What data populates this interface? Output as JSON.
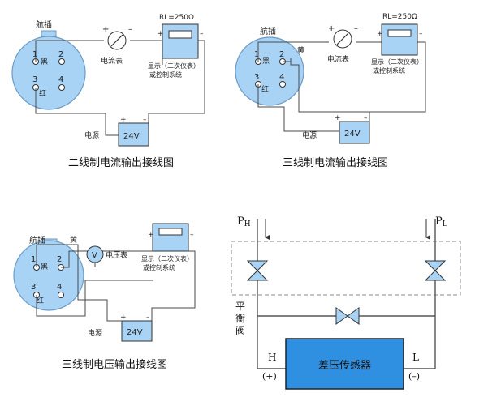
{
  "colors": {
    "connector_fill": "#a9d3f5",
    "connector_stroke": "#6b9ac4",
    "display_fill": "#a9d3f5",
    "sensor_fill": "#2f8fe0",
    "wire": "#4a4a4a"
  },
  "d1": {
    "connector_label": "航插",
    "pins": [
      "1",
      "2",
      "3",
      "4"
    ],
    "pin1_wire": "黑",
    "pin3_wire": "红",
    "ammeter_label": "电流表",
    "rl_label": "RL=250Ω",
    "display_label_1": "显示（二次仪表）",
    "display_label_2": "或控制系统",
    "power_label": "电源",
    "power_value": "24V",
    "plus": "+",
    "minus": "–",
    "caption": "二线制电流输出接线图"
  },
  "d2": {
    "connector_label": "航插",
    "pins": [
      "1",
      "2",
      "3",
      "4"
    ],
    "pin1_wire": "黑",
    "pin2_wire": "黄",
    "pin3_wire": "红",
    "ammeter_label": "电流表",
    "rl_label": "RL=250Ω",
    "display_label_1": "显示（二次仪表）",
    "display_label_2": "或控制系统",
    "power_label": "电源",
    "power_value": "24V",
    "plus": "+",
    "minus": "–",
    "caption": "三线制电流输出接线图"
  },
  "d3": {
    "connector_label": "航插",
    "pins": [
      "1",
      "2",
      "3",
      "4"
    ],
    "pin1_wire": "黑",
    "pin2_wire": "黄",
    "pin3_wire": "红",
    "voltmeter_symbol": "V",
    "voltmeter_label": "电压表",
    "display_label_1": "显示（二次仪表）",
    "display_label_2": "或控制系统",
    "power_label": "电源",
    "power_value": "24V",
    "plus": "+",
    "minus": "–",
    "caption": "三线制电压输出接线图"
  },
  "d4": {
    "ph_label": "P",
    "ph_sub": "H",
    "pl_label": "P",
    "pl_sub": "L",
    "balance_valve_label": [
      "平",
      "衡",
      "阀"
    ],
    "h_label": "H",
    "l_label": "L",
    "h_sign": "(+)",
    "l_sign": "(–)",
    "sensor_label": "差压传感器"
  }
}
